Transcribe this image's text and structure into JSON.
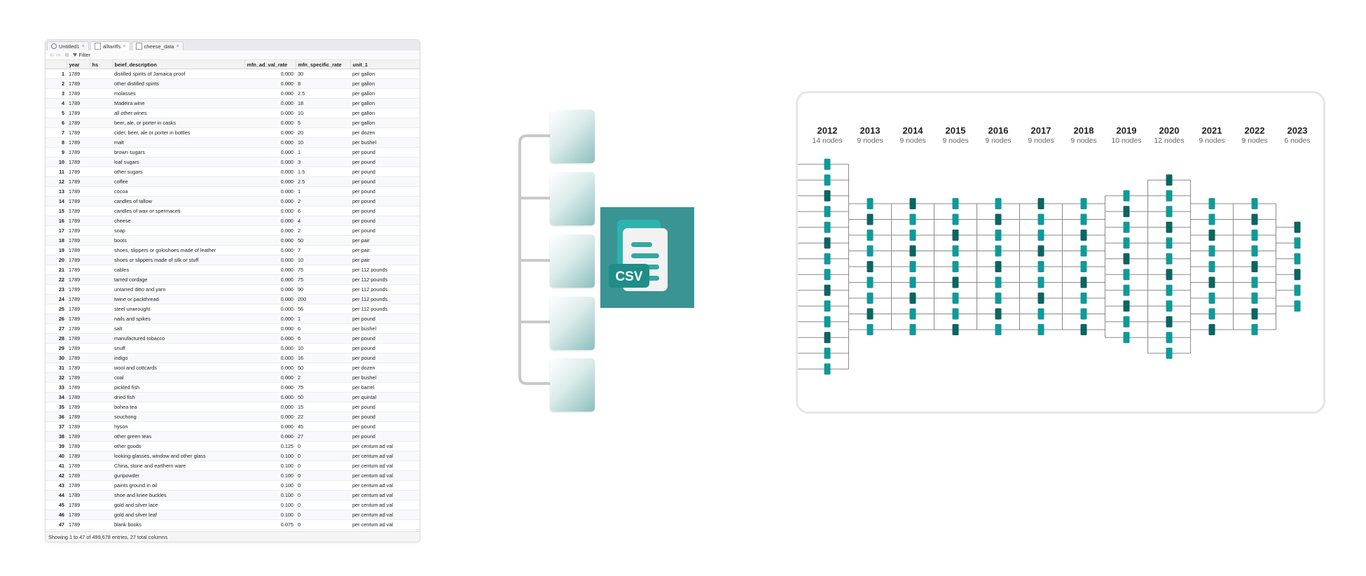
{
  "viewer": {
    "tabs": [
      "Untitled1",
      "alltariffs",
      "cheese_data"
    ],
    "toolbar": {
      "filter_label": "Filter"
    },
    "columns": [
      "year",
      "hs",
      "beief_description",
      "mfn_ad_val_rate",
      "mfn_specific_rate",
      "unit_1"
    ],
    "rows": [
      [
        "1",
        "1789",
        "",
        "distilled spirits of Jamaica proof",
        "0.000",
        "30",
        "per gallon"
      ],
      [
        "2",
        "1789",
        "",
        "other distilled spirits",
        "0.000",
        "8",
        "per gallon"
      ],
      [
        "3",
        "1789",
        "",
        "molasses",
        "0.000",
        "2.5",
        "per gallon"
      ],
      [
        "4",
        "1789",
        "",
        "Madeira wine",
        "0.000",
        "18",
        "per gallon"
      ],
      [
        "5",
        "1789",
        "",
        "all other wines",
        "0.000",
        "10",
        "per gallon"
      ],
      [
        "6",
        "1789",
        "",
        "beer, ale, or porter in casks",
        "0.000",
        "5",
        "per gallon"
      ],
      [
        "7",
        "1789",
        "",
        "cider, beer, ale or porter in bottles",
        "0.000",
        "20",
        "per dozen"
      ],
      [
        "8",
        "1789",
        "",
        "malt",
        "0.000",
        "10",
        "per bushel"
      ],
      [
        "9",
        "1789",
        "",
        "brown sugars",
        "0.000",
        "1",
        "per pound"
      ],
      [
        "10",
        "1789",
        "",
        "loaf sugars",
        "0.000",
        "3",
        "per pound"
      ],
      [
        "11",
        "1789",
        "",
        "other sugars",
        "0.000",
        "1.5",
        "per pound"
      ],
      [
        "12",
        "1789",
        "",
        "coffee",
        "0.000",
        "2.5",
        "per pound"
      ],
      [
        "13",
        "1789",
        "",
        "cocoa",
        "0.000",
        "1",
        "per pound"
      ],
      [
        "14",
        "1789",
        "",
        "candles of tallow",
        "0.000",
        "2",
        "per pound"
      ],
      [
        "15",
        "1789",
        "",
        "candles of wax or spermaceti",
        "0.000",
        "6",
        "per pound"
      ],
      [
        "16",
        "1789",
        "",
        "cheese",
        "0.000",
        "4",
        "per pound"
      ],
      [
        "17",
        "1789",
        "",
        "soap",
        "0.000",
        "2",
        "per pound"
      ],
      [
        "18",
        "1789",
        "",
        "boots",
        "0.000",
        "50",
        "per pair"
      ],
      [
        "19",
        "1789",
        "",
        "shoes, slippers or goloshoes made of leather",
        "0.000",
        "7",
        "per pair"
      ],
      [
        "20",
        "1789",
        "",
        "shoes or slippers made of silk or stuff",
        "0.000",
        "10",
        "per pair"
      ],
      [
        "21",
        "1789",
        "",
        "cables",
        "0.000",
        "75",
        "per 112 pounds"
      ],
      [
        "22",
        "1789",
        "",
        "tarred cordage",
        "0.000",
        "75",
        "per 112 pounds"
      ],
      [
        "23",
        "1789",
        "",
        "untarred ditto and yarn",
        "0.000",
        "90",
        "per 112 pounds"
      ],
      [
        "24",
        "1789",
        "",
        "twine or packthread",
        "0.000",
        "200",
        "per 112 pounds"
      ],
      [
        "25",
        "1789",
        "",
        "steel unwrought",
        "0.000",
        "56",
        "per 112 pounds"
      ],
      [
        "26",
        "1789",
        "",
        "nails and spikes",
        "0.000",
        "1",
        "per pound"
      ],
      [
        "27",
        "1789",
        "",
        "salt",
        "0.000",
        "6",
        "per bushel"
      ],
      [
        "28",
        "1789",
        "",
        "manufactured tobacco",
        "0.000",
        "6",
        "per pound"
      ],
      [
        "29",
        "1789",
        "",
        "snuff",
        "0.000",
        "10",
        "per pound"
      ],
      [
        "30",
        "1789",
        "",
        "indigo",
        "0.000",
        "16",
        "per pound"
      ],
      [
        "31",
        "1789",
        "",
        "wool and cottcards",
        "0.000",
        "50",
        "per dozen"
      ],
      [
        "32",
        "1789",
        "",
        "coal",
        "0.000",
        "2",
        "per bushel"
      ],
      [
        "33",
        "1789",
        "",
        "pickled fish",
        "0.000",
        "75",
        "per barrel"
      ],
      [
        "34",
        "1789",
        "",
        "dried fish",
        "0.000",
        "50",
        "per quintal"
      ],
      [
        "35",
        "1789",
        "",
        "bohea tea",
        "0.000",
        "15",
        "per pound"
      ],
      [
        "36",
        "1789",
        "",
        "souchong",
        "0.000",
        "22",
        "per pound"
      ],
      [
        "37",
        "1789",
        "",
        "hyson",
        "0.000",
        "45",
        "per pound"
      ],
      [
        "38",
        "1789",
        "",
        "other green teas",
        "0.000",
        "27",
        "per pound"
      ],
      [
        "39",
        "1789",
        "",
        "other goods",
        "0.125",
        "0",
        "per centum ad val"
      ],
      [
        "40",
        "1789",
        "",
        "looking-glasses, window and other glass",
        "0.100",
        "0",
        "per centum ad val"
      ],
      [
        "41",
        "1789",
        "",
        "China, stone and earthern ware",
        "0.100",
        "0",
        "per centum ad val"
      ],
      [
        "42",
        "1789",
        "",
        "gunpowder",
        "0.100",
        "0",
        "per centum ad val"
      ],
      [
        "43",
        "1789",
        "",
        "paints ground in oil",
        "0.100",
        "0",
        "per centum ad val"
      ],
      [
        "44",
        "1789",
        "",
        "shoe and knee buckles",
        "0.100",
        "0",
        "per centum ad val"
      ],
      [
        "45",
        "1789",
        "",
        "gold and silver lace",
        "0.100",
        "0",
        "per centum ad val"
      ],
      [
        "46",
        "1789",
        "",
        "gold and silver leaf",
        "0.100",
        "0",
        "per centum ad val"
      ],
      [
        "47",
        "1789",
        "",
        "blank books",
        "0.075",
        "0",
        "per centum ad val"
      ]
    ],
    "status": "Showing 1 to 47 of 499,678 entries, 27 total columns"
  },
  "csv_icon": {
    "label": "CSV"
  },
  "timeline": {
    "years": [
      {
        "year": "2012",
        "nodes": "14 nodes",
        "count": 14
      },
      {
        "year": "2013",
        "nodes": "9 nodes",
        "count": 9
      },
      {
        "year": "2014",
        "nodes": "9 nodes",
        "count": 9
      },
      {
        "year": "2015",
        "nodes": "9 nodes",
        "count": 9
      },
      {
        "year": "2016",
        "nodes": "9 nodes",
        "count": 9
      },
      {
        "year": "2017",
        "nodes": "9 nodes",
        "count": 9
      },
      {
        "year": "2018",
        "nodes": "9 nodes",
        "count": 9
      },
      {
        "year": "2019",
        "nodes": "10 nodes",
        "count": 10
      },
      {
        "year": "2020",
        "nodes": "12 nodes",
        "count": 12
      },
      {
        "year": "2021",
        "nodes": "9 nodes",
        "count": 9
      },
      {
        "year": "2022",
        "nodes": "9 nodes",
        "count": 9
      },
      {
        "year": "2023",
        "nodes": "6 nodes",
        "count": 6
      }
    ]
  },
  "colors": {
    "teal": "#0f9a9a",
    "dark_teal": "#0b6561",
    "csv_bg": "#3a9494"
  }
}
